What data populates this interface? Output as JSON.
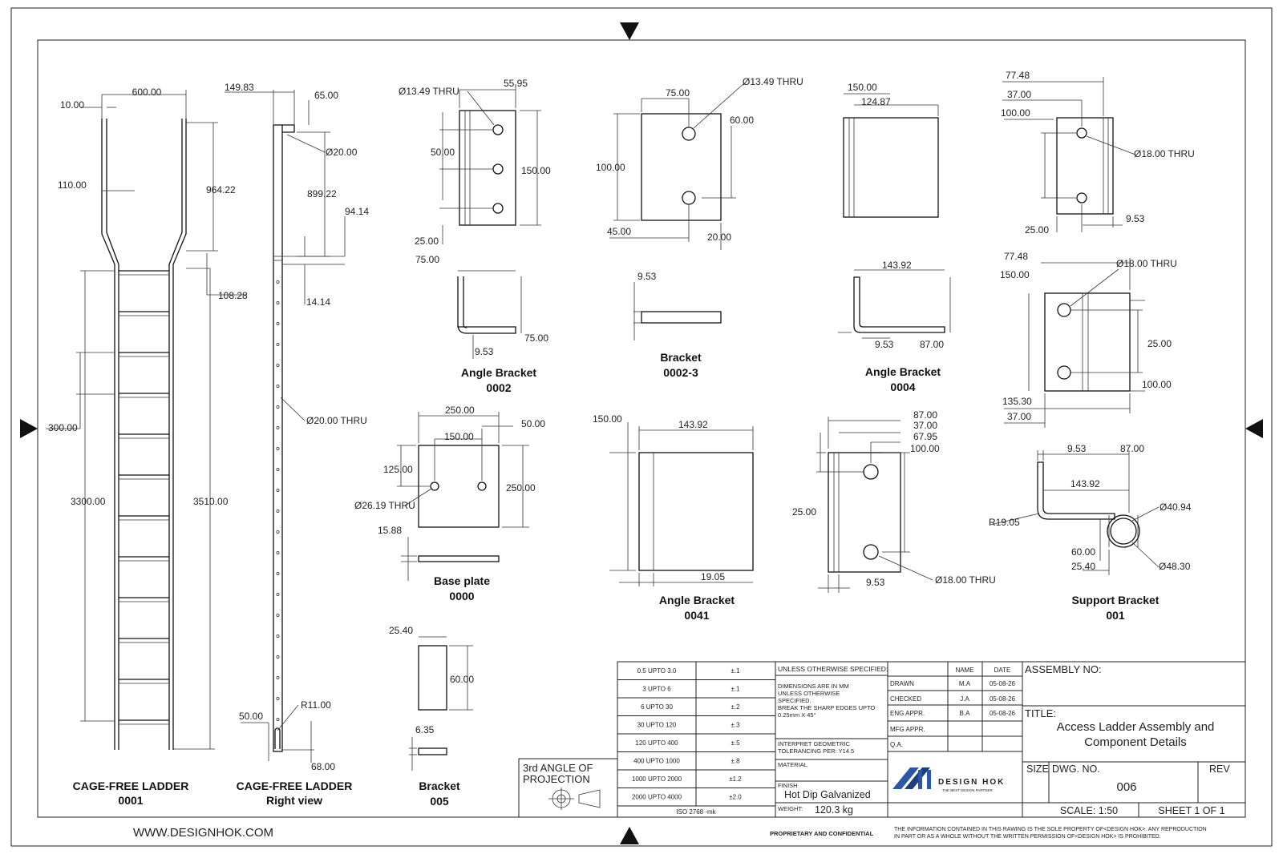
{
  "border": {
    "website": "WWW.DESIGNHOK.COM",
    "proprietary": "PROPRIETARY AND CONFIDENTIAL",
    "notice_1": "THE INFORMATION CONTAINED IN THIS RAWING IS THE SOLE PROPERTY OF<DESIGN HOK>.  ANY REPRODUCTION",
    "notice_2": "IN PART OR AS A WHOLE WITHOUT THE WRITTEN PERMISSION OF<DESIGN HOK> IS PROHIBITED."
  },
  "parts": {
    "ladder_front": {
      "name": "CAGE-FREE LADDER",
      "num": "0001"
    },
    "ladder_right": {
      "name": "CAGE-FREE LADDER",
      "num": "Right view"
    },
    "angle_0002": {
      "name": "Angle Bracket",
      "num": "0002"
    },
    "bracket_0002_3": {
      "name": "Bracket",
      "num": "0002-3"
    },
    "angle_0004": {
      "name": "Angle Bracket",
      "num": "0004"
    },
    "base_plate": {
      "name": "Base plate",
      "num": "0000"
    },
    "angle_0041": {
      "name": "Angle Bracket",
      "num": "0041"
    },
    "support": {
      "name": "Support Bracket",
      "num": "001"
    },
    "bracket_005": {
      "name": "Bracket",
      "num": "005"
    }
  },
  "dims": {
    "d600": "600.00",
    "d10": "10.00",
    "d110": "110.00",
    "d964": "964.22",
    "d108": "108.28",
    "d300": "300.00",
    "d3300": "3300.00",
    "d3510": "3510.00",
    "d149": "149.83",
    "d65": "65.00",
    "d20": "Ø20.00",
    "d899": "899.22",
    "d94": "94.14",
    "d14": "14.14",
    "d20thru": "Ø20.00 THRU",
    "dR11": "R11.00",
    "d50a": "50.00",
    "d68": "68.00",
    "a_thru": "Ø13.49 THRU",
    "a_5595": "55.95",
    "a_50": "50.00",
    "a_150": "150.00",
    "a_25": "25.00",
    "a_75": "75.00",
    "a_75b": "75.00",
    "a_953": "9.53",
    "b_thru": "Ø13.49 THRU",
    "b_75": "75.00",
    "b_60": "60.00",
    "b_100": "100.00",
    "b_45": "45.00",
    "b_20": "20.00",
    "b_953": "9.53",
    "c_150": "150.00",
    "c_12487": "124.87",
    "c_14392": "143.92",
    "c_953": "9.53",
    "c_87": "87.00",
    "e_7748": "77.48",
    "e_37": "37.00",
    "e_100": "100.00",
    "e_thru": "Ø18.00 THRU",
    "e_25": "25.00",
    "e_953": "9.53",
    "f_7748": "77.48",
    "f_150": "150.00",
    "f_thru": "Ø18.00 THRU",
    "f_25": "25.00",
    "f_100": "100.00",
    "f_13530": "135.30",
    "f_37": "37.00",
    "g_250": "250.00",
    "g_150": "150.00",
    "g_50": "50.00",
    "g_125": "125.00",
    "g_250b": "250.00",
    "g_thru": "Ø26.19 THRU",
    "g_1588": "15.88",
    "h_150": "150.00",
    "h_14392": "143.92",
    "h_1905": "19.05",
    "i_87": "87.00",
    "i_37": "37.00",
    "i_6795": "67.95",
    "i_100": "100.00",
    "i_25": "25.00",
    "i_953": "9.53",
    "i_thru": "Ø18.00 THRU",
    "s_953": "9.53",
    "s_87": "87.00",
    "s_14392": "143.92",
    "s_R19": "R19.05",
    "s_4094": "Ø40.94",
    "s_60": "60.00",
    "s_2540": "25.40",
    "s_4830": "Ø48.30",
    "k_2540": "25.40",
    "k_60": "60.00",
    "k_635": "6.35"
  },
  "projection": {
    "line1": "3rd ANGLE OF",
    "line2": "PROJECTION"
  },
  "tolerances": {
    "rows": [
      [
        "0.5 UPTO 3.0",
        "±.1"
      ],
      [
        "3 UPTO 6",
        "±.1"
      ],
      [
        "6 UPTO 30",
        "±.2"
      ],
      [
        "30 UPTO 120",
        "±.3"
      ],
      [
        "120 UPTO 400",
        "±.5"
      ],
      [
        "400 UPTO 1000",
        "±.8"
      ],
      [
        "1000 UPTO 2000",
        "±1.2"
      ],
      [
        "2000 UPTO 4000",
        "±2.0"
      ]
    ],
    "standard": "ISO 2768 -mk"
  },
  "spec": {
    "header": "UNLESS OTHERWISE SPECIFIED:",
    "dim_lines": [
      "DIMENSIONS ARE IN MM",
      "UNLESS OTHERWISE",
      "SPECIFIED.",
      "BREAK THE SHARP EDGES UPTO",
      "0.25mm X 45°"
    ],
    "interpret_1": "INTERPRET GEOMETRIC",
    "interpret_2": "TOLERANCING PER: Y14.5",
    "material_label": "MATERIAL",
    "finish_label": "FINISH",
    "finish": "Hot Dip Galvanized",
    "weight_label": "WEIGHT:",
    "weight": "120.3 kg"
  },
  "approvals": {
    "name_h": "NAME",
    "date_h": "DATE",
    "rows": [
      [
        "DRAWN",
        "M.A",
        "05-08-26"
      ],
      [
        "CHECKED",
        "J.A",
        "05-08-26"
      ],
      [
        "ENG APPR.",
        "B.A",
        "05-08-26"
      ],
      [
        "MFG APPR.",
        "",
        ""
      ],
      [
        "Q.A.",
        "",
        ""
      ]
    ]
  },
  "logo": {
    "name": "DESIGN HOK",
    "tag": "THE BEST DESIGN PARTNER"
  },
  "titleblock": {
    "assembly_label": "ASSEMBLY NO:",
    "title_label": "TITLE:",
    "title_1": "Access Ladder Assembly and",
    "title_2": "Component Details",
    "size_label": "SIZE",
    "dwg_label": "DWG.  NO.",
    "rev_label": "REV",
    "dwg_no": "006",
    "scale": "SCALE: 1:50",
    "sheet": "SHEET 1 OF 1"
  }
}
